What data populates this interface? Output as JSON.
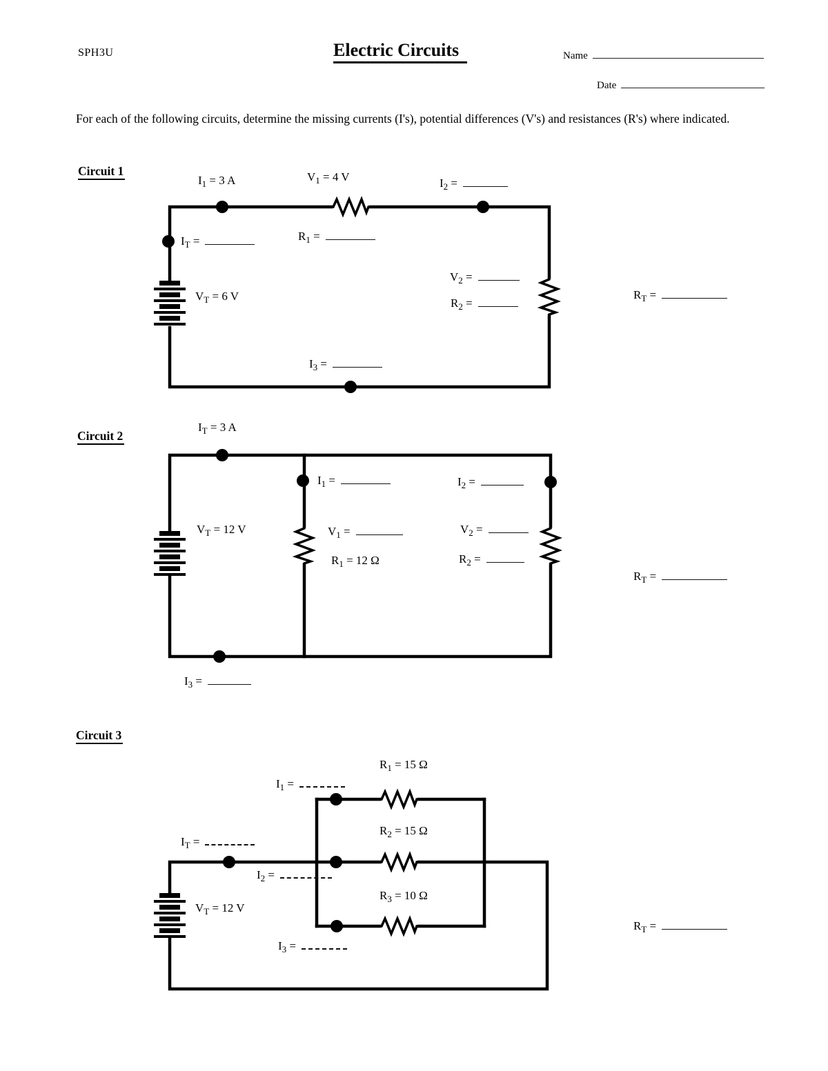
{
  "header": {
    "course": "SPH3U",
    "title": "Electric Circuits",
    "name_label": "Name",
    "date_label": "Date"
  },
  "instructions": "For each of the following circuits, determine the missing currents (I's), potential differences (V's) and resistances (R's) where indicated.",
  "c1": {
    "heading": "Circuit 1",
    "i1": {
      "sym": "I",
      "sub": "1",
      "rest": " = 3 A"
    },
    "v1": {
      "sym": "V",
      "sub": "1",
      "rest": " = 4 V"
    },
    "i2": {
      "sym": "I",
      "sub": "2",
      "rest": " ="
    },
    "it": {
      "sym": "I",
      "sub": "T",
      "rest": " ="
    },
    "r1": {
      "sym": "R",
      "sub": "1",
      "rest": " ="
    },
    "vt": {
      "sym": "V",
      "sub": "T",
      "rest": " = 6 V"
    },
    "v2": {
      "sym": "V",
      "sub": "2",
      "rest": " ="
    },
    "r2": {
      "sym": "R",
      "sub": "2",
      "rest": " ="
    },
    "i3": {
      "sym": "I",
      "sub": "3",
      "rest": " ="
    },
    "rt": {
      "sym": "R",
      "sub": "T",
      "rest": " ="
    }
  },
  "c2": {
    "heading": "Circuit 2",
    "it": {
      "sym": "I",
      "sub": "T",
      "rest": " = 3 A"
    },
    "i1": {
      "sym": "I",
      "sub": "1",
      "rest": " ="
    },
    "i2": {
      "sym": "I",
      "sub": "2",
      "rest": " ="
    },
    "vt": {
      "sym": "V",
      "sub": "T",
      "rest": " = 12 V"
    },
    "v1": {
      "sym": "V",
      "sub": "1",
      "rest": " ="
    },
    "r1": {
      "sym": "R",
      "sub": "1",
      "rest": " = 12 Ω"
    },
    "v2": {
      "sym": "V",
      "sub": "2",
      "rest": " ="
    },
    "r2": {
      "sym": "R",
      "sub": "2",
      "rest": " ="
    },
    "i3": {
      "sym": "I",
      "sub": "3",
      "rest": " ="
    },
    "rt": {
      "sym": "R",
      "sub": "T",
      "rest": " ="
    }
  },
  "c3": {
    "heading": "Circuit 3",
    "r1": {
      "sym": "R",
      "sub": "1",
      "rest": " = 15 Ω"
    },
    "i1": {
      "sym": "I",
      "sub": "1",
      "rest": " ="
    },
    "r2": {
      "sym": "R",
      "sub": "2",
      "rest": " = 15 Ω"
    },
    "it": {
      "sym": "I",
      "sub": "T",
      "rest": " ="
    },
    "i2": {
      "sym": "I",
      "sub": "2",
      "rest": " ="
    },
    "r3": {
      "sym": "R",
      "sub": "3",
      "rest": " = 10 Ω"
    },
    "vt": {
      "sym": "V",
      "sub": "T",
      "rest": " = 12 V"
    },
    "i3": {
      "sym": "I",
      "sub": "3",
      "rest": " ="
    },
    "rt": {
      "sym": "R",
      "sub": "T",
      "rest": " ="
    }
  }
}
